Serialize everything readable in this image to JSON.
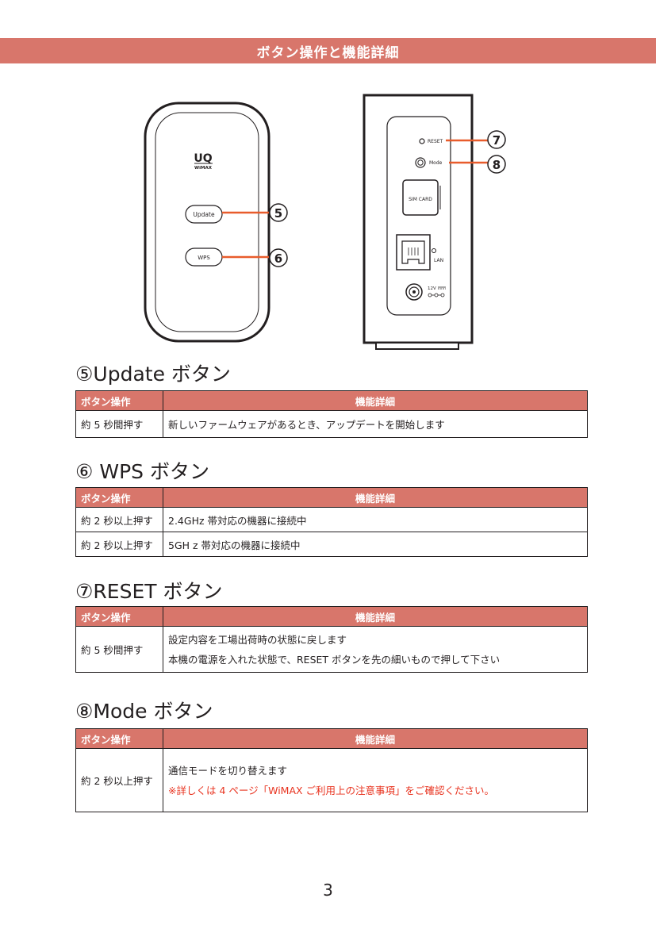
{
  "header": {
    "title": "ボタン操作と機能詳細"
  },
  "device_front": {
    "logo_main": "UQ",
    "logo_sub": "WiMAX",
    "update_label": "Update",
    "wps_label": "WPS",
    "callout_5": "5",
    "callout_6": "6"
  },
  "device_back": {
    "reset_label": "RESET",
    "mode_label": "Mode",
    "sim_label": "SIM CARD",
    "lan_label": "LAN",
    "power_label": "12V",
    "callout_7": "7",
    "callout_8": "8"
  },
  "columns": {
    "op": "ボタン操作",
    "detail": "機能詳細"
  },
  "sections": [
    {
      "title": "⑤Update ボタン",
      "rows": [
        {
          "op": "約 5 秒間押す",
          "lines": [
            "新しいファームウェアがあるとき、アップデートを開始します"
          ]
        }
      ]
    },
    {
      "title": "⑥ WPS ボタン",
      "rows": [
        {
          "op": "約 2 秒以上押す",
          "lines": [
            "2.4GHz 帯対応の機器に接続中"
          ]
        },
        {
          "op": "約 2 秒以上押す",
          "lines": [
            "5GH z 帯対応の機器に接続中"
          ]
        }
      ]
    },
    {
      "title": "⑦RESET ボタン",
      "rows": [
        {
          "op": "約 5 秒間押す",
          "lines": [
            "設定内容を工場出荷時の状態に戻します",
            "本機の電源を入れた状態で、RESET ボタンを先の細いもので押して下さい"
          ]
        }
      ]
    },
    {
      "title": "⑧Mode ボタン",
      "rows": [
        {
          "op": "約 2 秒以上押す",
          "lines": [
            "通信モードを切り替えます"
          ],
          "note": "※詳しくは 4 ページ「WiMAX ご利用上の注意事項」をご確認ください。"
        }
      ]
    }
  ],
  "page": {
    "number": "3"
  },
  "colors": {
    "accent": "#d8766b",
    "callout_line": "#e85c2c",
    "note": "#e8321e"
  }
}
